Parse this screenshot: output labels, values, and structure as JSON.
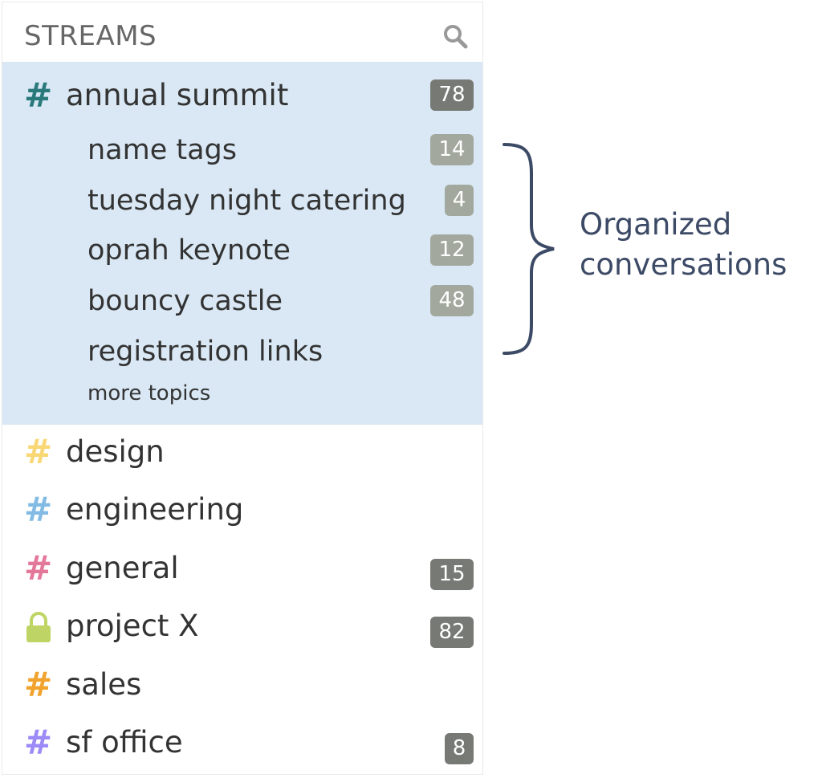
{
  "header": {
    "title": "STREAMS",
    "search_icon": "search-icon"
  },
  "active_stream": {
    "name": "annual summit",
    "count": "78",
    "color": "#2a7a7b",
    "topics": [
      {
        "name": "name tags",
        "count": "14"
      },
      {
        "name": "tuesday night catering",
        "count": "4"
      },
      {
        "name": "oprah keynote",
        "count": "12"
      },
      {
        "name": "bouncy castle",
        "count": "48"
      },
      {
        "name": "registration links",
        "count": ""
      }
    ],
    "more_topics": "more topics"
  },
  "streams": [
    {
      "name": "design",
      "count": "",
      "color": "#f8d774",
      "icon": "hash-icon"
    },
    {
      "name": "engineering",
      "count": "",
      "color": "#84bbe4",
      "icon": "hash-icon"
    },
    {
      "name": "general",
      "count": "15",
      "color": "#e4789a",
      "icon": "hash-icon"
    },
    {
      "name": "project X",
      "count": "82",
      "color": "#bed565",
      "icon": "lock-icon"
    },
    {
      "name": "sales",
      "count": "",
      "color": "#f2a32d",
      "icon": "hash-icon"
    },
    {
      "name": "sf office",
      "count": "8",
      "color": "#9c8bf7",
      "icon": "hash-icon"
    }
  ],
  "annotation": {
    "line1": "Organized",
    "line2": "conversations",
    "color": "#3c4a66"
  },
  "colors": {
    "active_bg": "#d9e8f4",
    "badge_dark": "#777a74",
    "badge_light": "#a2a89e"
  }
}
